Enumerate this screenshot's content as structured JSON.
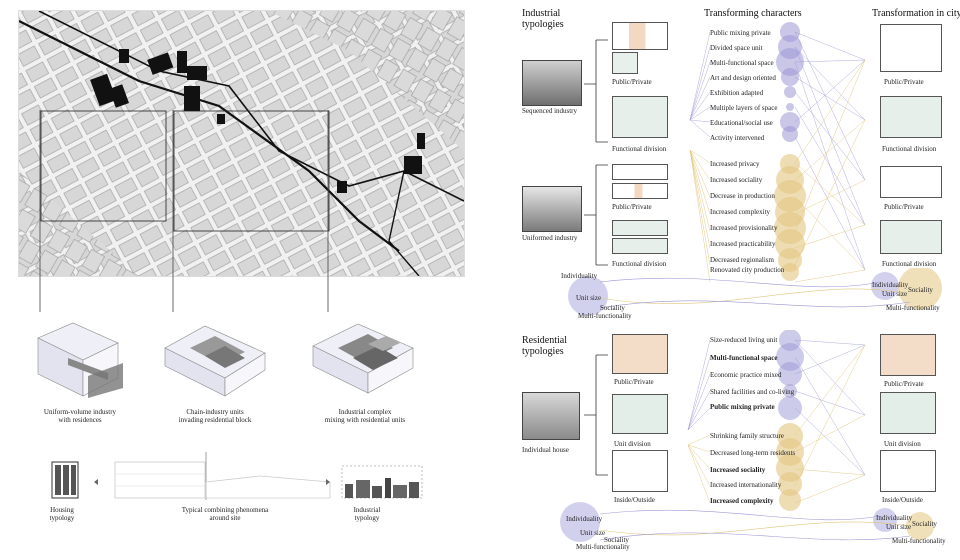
{
  "left": {
    "building_captions": [
      "Uniform-volume industry\nwith residences",
      "Chain-industry units\ninvading residential block",
      "Industrial complex\nmixing with residential units"
    ],
    "section": {
      "housing": "Housing\ntypology",
      "center": "Typical combining phenomena\naround site",
      "industrial": "Industrial\ntypology"
    }
  },
  "industrial": {
    "title": "Industrial\ntypologies",
    "sequenced": {
      "caption": "Sequenced industry",
      "labels": [
        "Public/Private",
        "Functional division"
      ]
    },
    "uniformed": {
      "caption": "Uniformed industry",
      "labels": [
        "Public/Private",
        "Functional division"
      ]
    }
  },
  "transforming_title": "Transforming characters",
  "city_title": "Transformation in city",
  "industrial_chars_purple": [
    "Public mixing private",
    "Divided space unit",
    "Multi-functional space",
    "Art and design oriented",
    "Exhibition adapted",
    "Multiple layers of space",
    "Educational/social use",
    "Activity intervened"
  ],
  "industrial_chars_gold": [
    "Increased privacy",
    "Increased sociality",
    "Decrease in production",
    "Increased complexity",
    "Increased provisionality",
    "Increased practicability",
    "Decreased regionalism",
    "Renovated city production"
  ],
  "city_labels_industrial": [
    "Public/Private",
    "Functional division",
    "Public/Private",
    "Functional division"
  ],
  "circle_labels": [
    "Individuality",
    "Unit size",
    "Sociality",
    "Multi-functionality"
  ],
  "residential": {
    "title": "Residential\ntypologies",
    "caption": "Individual house",
    "labels": [
      "Public/Private",
      "Unit division",
      "Inside/Outside"
    ]
  },
  "residential_chars_purple": [
    "Size-reduced living unit",
    "Multi-functional space",
    "Economic practice mixed",
    "Shared facilities and co-living",
    "Public mixing private"
  ],
  "residential_chars_gold": [
    "Shrinking family structure",
    "Decreased long-term residents",
    "Increased sociality",
    "Increased internationality",
    "Increased complexity"
  ],
  "city_labels_residential": [
    "Public/Private",
    "Unit division",
    "Inside/Outside"
  ],
  "colors": {
    "purple": "#9c98d6",
    "gold": "#e2c680",
    "dark": "#111111"
  }
}
